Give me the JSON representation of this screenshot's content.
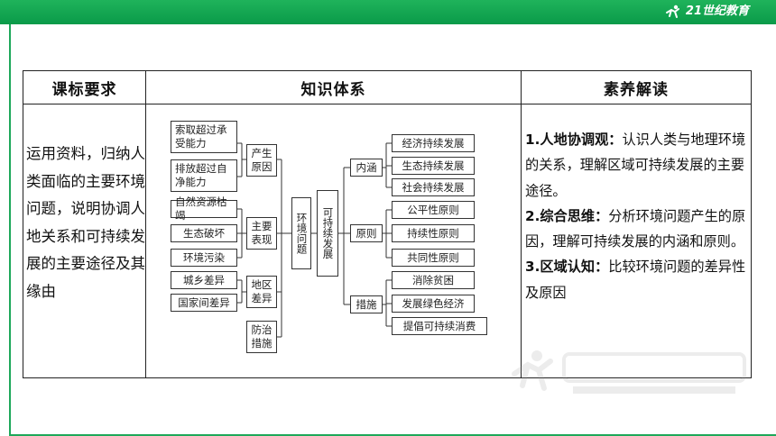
{
  "header": {
    "logo_text": "21世纪教育"
  },
  "table": {
    "headers": [
      "课标要求",
      "知识体系",
      "素养解读"
    ],
    "requirement": "运用资料，归纳人类面临的主要环境问题，说明协调人地关系和可持续发展的主要途径及其缘由",
    "diagram": {
      "causes": [
        "索取超过承受能力",
        "排放超过自净能力"
      ],
      "cause_label": "产生原因",
      "manifest": [
        "自然资源枯竭",
        "生态破坏",
        "环境污染"
      ],
      "manifest_label": "主要表现",
      "region": [
        "城乡差异",
        "国家间差异"
      ],
      "region_label": "地区差异",
      "measure_label": "防治措施",
      "center": "环境问题",
      "sd": "可持续发展",
      "connotation_label": "内涵",
      "connotation": [
        "经济持续发展",
        "生态持续发展",
        "社会持续发展"
      ],
      "principle_label": "原则",
      "principles": [
        "公平性原则",
        "持续性原则",
        "共同性原则"
      ],
      "action_label": "措施",
      "actions": [
        "消除贫困",
        "发展绿色经济",
        "提倡可持续消费"
      ]
    },
    "literacy": [
      {
        "title": "1.人地协调观：",
        "text": "认识人类与地理环境的关系，理解区域可持续发展的主要途径。"
      },
      {
        "title": "2.综合思维：",
        "text": "分析环境问题产生的原因，理解可持续发展的内涵和原则。"
      },
      {
        "title": "3.区域认知：",
        "text": "比较环境问题的差异性及原因"
      }
    ]
  }
}
